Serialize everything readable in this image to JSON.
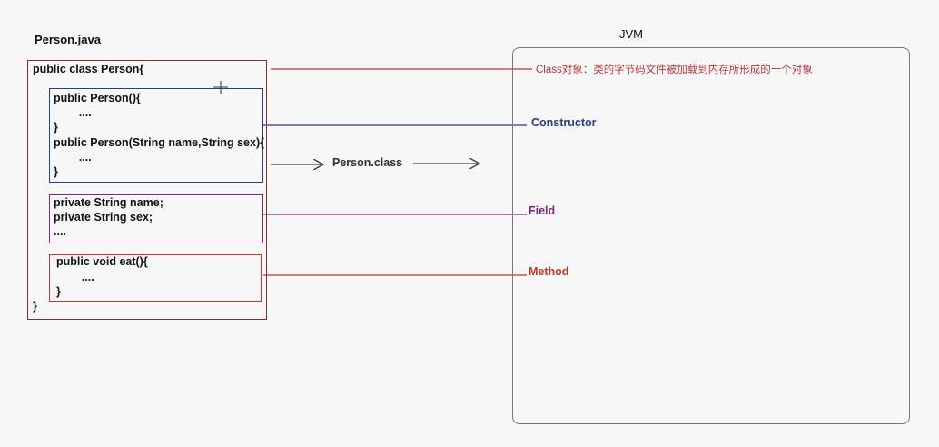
{
  "file_title": "Person.java",
  "jvm_title": "JVM",
  "class_decl": "public class Person{",
  "class_close": "}",
  "constructors": {
    "line1": "public Person(){",
    "line2": "        ....",
    "line3": "}",
    "line4": "public Person(String name,String sex){",
    "line5": "        ....",
    "line6": "}"
  },
  "fields": {
    "line1": "private String name;",
    "line2": "private String sex;",
    "line3": "...."
  },
  "methods": {
    "line1": "public void eat(){",
    "line2": "        ....",
    "line3": "}"
  },
  "class_file_label": "Person.class",
  "annotations": {
    "class_object": "Class对象：类的字节码文件被加载到内存所形成的一个对象",
    "constructor": "Constructor",
    "field": "Field",
    "method": "Method"
  },
  "colors": {
    "class_line": "#b33a3a",
    "constructor": "#2c3e80",
    "field": "#7a2a7a",
    "method": "#c0392b",
    "box_outer": "#8b2a2a",
    "jvm_border": "#777777"
  }
}
